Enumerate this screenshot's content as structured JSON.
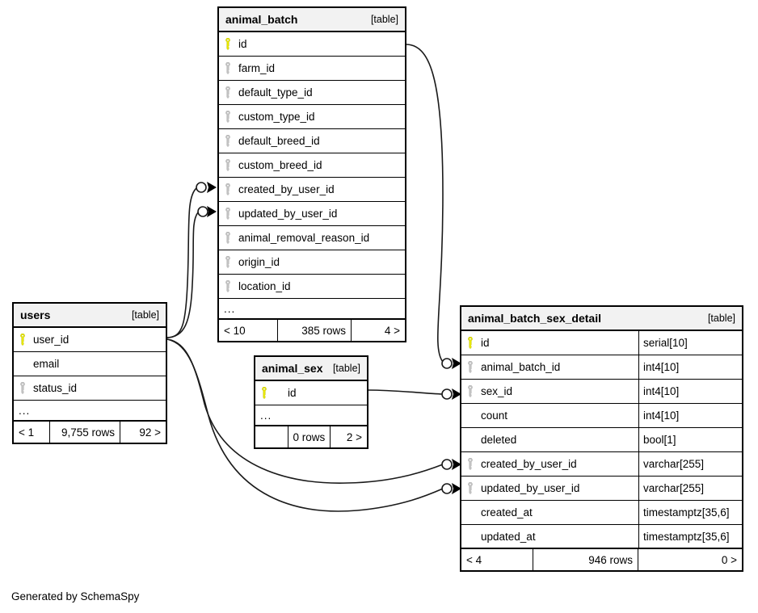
{
  "diagram": {
    "kind": "database-schema-er-diagram",
    "credit": "Generated by SchemaSpy",
    "table_tag": "[table]",
    "ellipsis": "...",
    "colors": {
      "primary_key": "#e8e800",
      "foreign_key": "#c0c0c0",
      "border": "#000000",
      "header_fill": "#f2f2f2",
      "background": "#ffffff",
      "edge": "#1a1a1a"
    }
  },
  "tables": {
    "animal_batch": {
      "name": "animal_batch",
      "tag": "[table]",
      "columns": [
        {
          "name": "id",
          "key": "primary-key"
        },
        {
          "name": "farm_id",
          "key": "foreign-key"
        },
        {
          "name": "default_type_id",
          "key": "foreign-key"
        },
        {
          "name": "custom_type_id",
          "key": "foreign-key"
        },
        {
          "name": "default_breed_id",
          "key": "foreign-key"
        },
        {
          "name": "custom_breed_id",
          "key": "foreign-key"
        },
        {
          "name": "created_by_user_id",
          "key": "foreign-key"
        },
        {
          "name": "updated_by_user_id",
          "key": "foreign-key"
        },
        {
          "name": "animal_removal_reason_id",
          "key": "foreign-key"
        },
        {
          "name": "origin_id",
          "key": "foreign-key"
        },
        {
          "name": "location_id",
          "key": "foreign-key"
        }
      ],
      "more_indicator": "...",
      "footer": {
        "left": "< 10",
        "middle": "385 rows",
        "right": "4 >"
      }
    },
    "users": {
      "name": "users",
      "tag": "[table]",
      "columns": [
        {
          "name": "user_id",
          "key": "primary-key"
        },
        {
          "name": "email",
          "key": "none"
        },
        {
          "name": "status_id",
          "key": "foreign-key"
        }
      ],
      "more_indicator": "...",
      "footer": {
        "left": "< 1",
        "middle": "9,755 rows",
        "right": "92 >"
      }
    },
    "animal_sex": {
      "name": "animal_sex",
      "tag": "[table]",
      "columns": [
        {
          "name": "id",
          "key": "primary-key"
        }
      ],
      "more_indicator": "...",
      "footer": {
        "left": "",
        "middle": "0 rows",
        "right": "2 >"
      }
    },
    "animal_batch_sex_detail": {
      "name": "animal_batch_sex_detail",
      "tag": "[table]",
      "columns": [
        {
          "name": "id",
          "key": "primary-key",
          "type": "serial[10]"
        },
        {
          "name": "animal_batch_id",
          "key": "foreign-key",
          "type": "int4[10]"
        },
        {
          "name": "sex_id",
          "key": "foreign-key",
          "type": "int4[10]"
        },
        {
          "name": "count",
          "key": "none",
          "type": "int4[10]"
        },
        {
          "name": "deleted",
          "key": "none",
          "type": "bool[1]"
        },
        {
          "name": "created_by_user_id",
          "key": "foreign-key",
          "type": "varchar[255]"
        },
        {
          "name": "updated_by_user_id",
          "key": "foreign-key",
          "type": "varchar[255]"
        },
        {
          "name": "created_at",
          "key": "none",
          "type": "timestamptz[35,6]"
        },
        {
          "name": "updated_at",
          "key": "none",
          "type": "timestamptz[35,6]"
        }
      ],
      "footer": {
        "left": "< 4",
        "middle": "946 rows",
        "right": "0 >"
      }
    }
  },
  "relationships": [
    {
      "from": "users.user_id",
      "to": "animal_batch.created_by_user_id"
    },
    {
      "from": "users.user_id",
      "to": "animal_batch.updated_by_user_id"
    },
    {
      "from": "users.user_id",
      "to": "animal_batch_sex_detail.created_by_user_id"
    },
    {
      "from": "users.user_id",
      "to": "animal_batch_sex_detail.updated_by_user_id"
    },
    {
      "from": "animal_batch.id",
      "to": "animal_batch_sex_detail.animal_batch_id"
    },
    {
      "from": "animal_sex.id",
      "to": "animal_batch_sex_detail.sex_id"
    }
  ]
}
